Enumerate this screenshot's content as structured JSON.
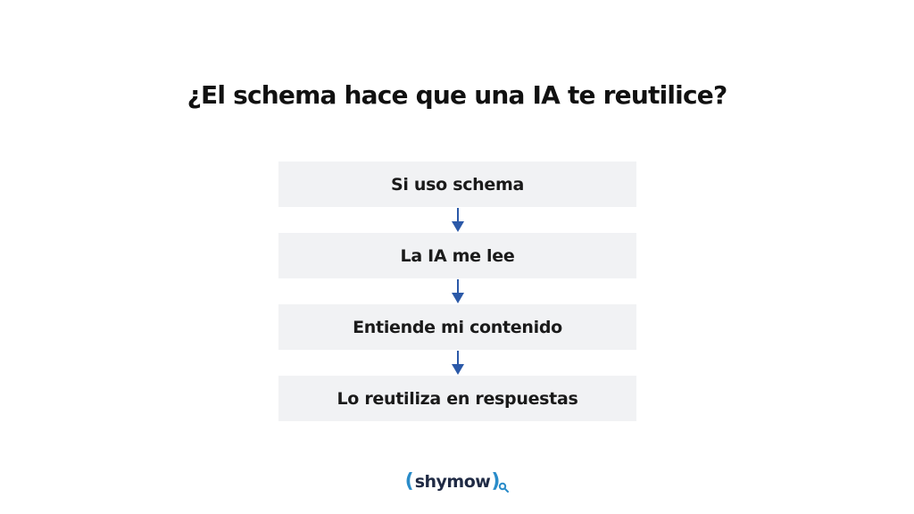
{
  "title": "¿El schema hace que una IA te reutilice?",
  "steps": [
    "Si uso schema",
    "La IA me lee",
    "Entiende mi contenido",
    "Lo reutiliza en respuestas"
  ],
  "logo": {
    "text": "shymow",
    "paren_open": "(",
    "paren_close": ")"
  },
  "colors": {
    "step_background": "#f1f2f4",
    "arrow": "#2b59a8",
    "title": "#111111",
    "logo_accent": "#2a8cc9",
    "logo_text": "#1f2a44"
  },
  "icons": {
    "connector": "arrow-down-icon",
    "logo_mark": "magnifier-icon"
  }
}
